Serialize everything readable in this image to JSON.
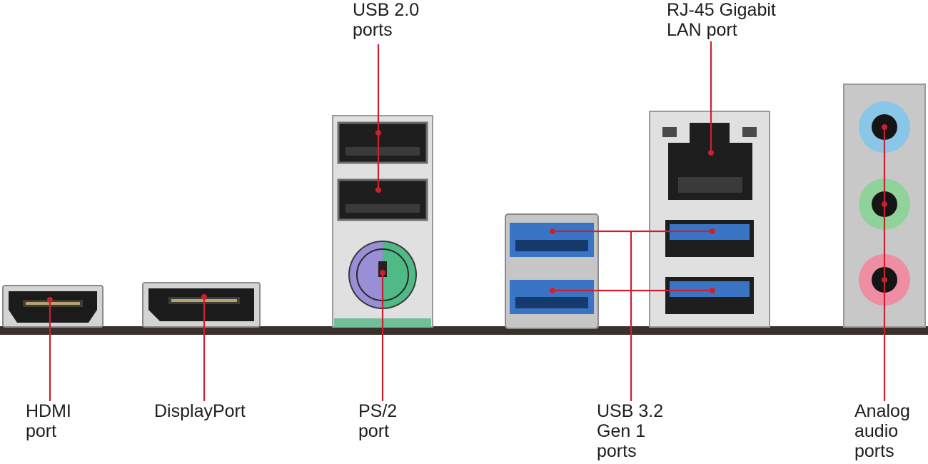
{
  "colors": {
    "leader": "#cc2030",
    "board": "#3a2f2c",
    "metal": "#d9d9d9",
    "usb3_blue": "#3a74c4",
    "audio_blue": "#8ac6e8",
    "audio_green": "#8fd39a",
    "audio_pink": "#ef8ea3",
    "ps2_purple": "#9a8fd6",
    "ps2_green": "#4fba86"
  },
  "labels": {
    "usb2": [
      "USB 2.0",
      "ports"
    ],
    "rj45": [
      "RJ-45 Gigabit",
      "LAN port"
    ],
    "hdmi": [
      "HDMI",
      "port"
    ],
    "displayport": [
      "DisplayPort"
    ],
    "ps2": [
      "PS/2",
      "port"
    ],
    "usb32": [
      "USB 3.2",
      "Gen 1",
      "ports"
    ],
    "audio": [
      "Analog",
      "audio",
      "ports"
    ]
  }
}
